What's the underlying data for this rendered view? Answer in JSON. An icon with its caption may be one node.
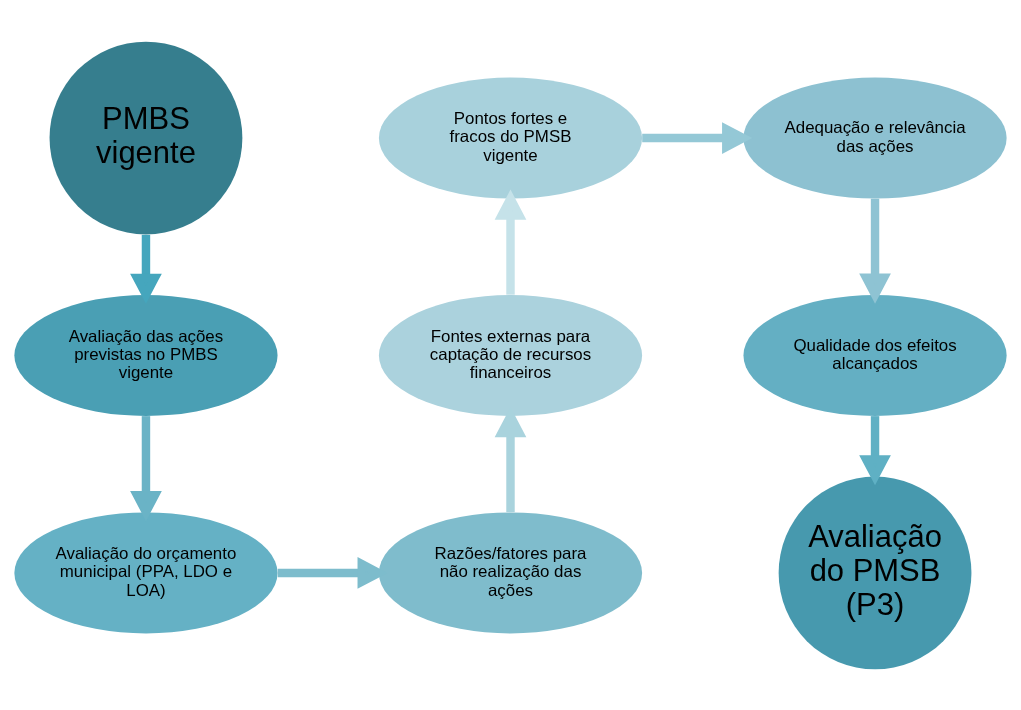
{
  "diagram": {
    "nodes": [
      {
        "text": [
          "PMBS vigente"
        ]
      },
      {
        "text": [
          "Avaliação das ações previstas no PMBS vigente"
        ]
      },
      {
        "text": [
          "Avaliação do orçamento municipal (PPA, LDO e LOA)"
        ]
      },
      {
        "text": [
          "Razões/fatores para não realização das ações"
        ]
      },
      {
        "text": [
          "Fontes externas para captação de recursos financeiros"
        ]
      },
      {
        "text": [
          "Pontos fortes e fracos do PMSB vigente"
        ]
      },
      {
        "text": [
          "Adequação e relevância das ações"
        ]
      },
      {
        "text": [
          "Qualidade dos efeitos alcançados"
        ]
      },
      {
        "text": [
          "Avaliação do PMSB (P3)"
        ]
      }
    ],
    "edges": [
      {
        "from": 0,
        "to": 1,
        "arrow": "to",
        "color": "#45a6bd"
      },
      {
        "from": 1,
        "to": 2,
        "arrow": "to",
        "color": "#6ab3c6"
      },
      {
        "from": 2,
        "to": 3,
        "arrow": "to",
        "color": "#7dbccc"
      },
      {
        "from": 3,
        "to": 4,
        "arrow": "to",
        "color": "#a9d3dd"
      },
      {
        "from": 4,
        "to": 5,
        "arrow": "to",
        "color": "#c5e2e9"
      },
      {
        "from": 5,
        "to": 6,
        "arrow": "to",
        "color": "#94c8d6"
      },
      {
        "from": 6,
        "to": 7,
        "arrow": "to",
        "color": "#8ec3d3"
      },
      {
        "from": 7,
        "to": 8,
        "arrow": "to",
        "color": "#5fb0c4"
      }
    ]
  }
}
